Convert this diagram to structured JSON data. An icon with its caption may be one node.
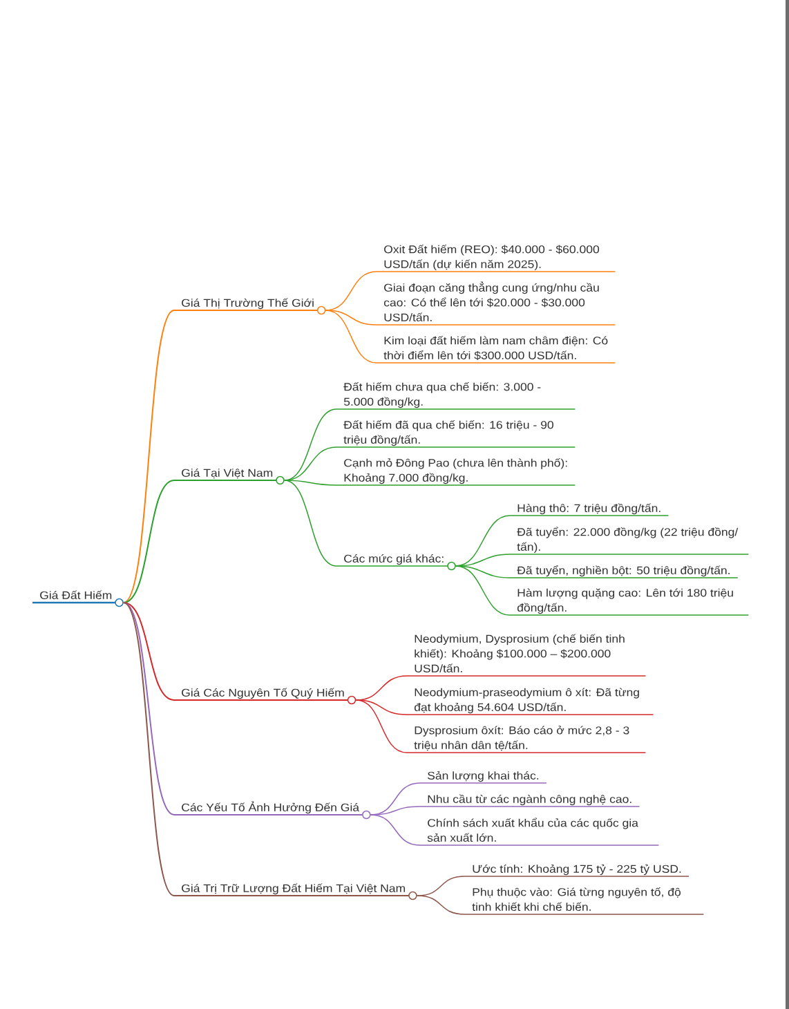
{
  "diagram": {
    "nodes": [
      {
        "text": [
          "Giá Đất Hiếm"
        ]
      },
      {
        "text": [
          "Giá Thị Trường Thế Giới"
        ]
      },
      {
        "text": [
          "Oxit Đất hiếm (REO): $40.000 - $60.000 USD/tấn (dự kiến năm 2025)."
        ]
      },
      {
        "text": [
          "Giai đoạn căng thẳng cung ứng/nhu cầu cao: Có thể lên tới $20.000 - $30.000 USD/tấn."
        ]
      },
      {
        "text": [
          "Kim loại đất hiếm làm nam châm điện: Có thời điểm lên tới $300.000 USD/tấn."
        ]
      },
      {
        "text": [
          "Giá Tại Việt Nam"
        ]
      },
      {
        "text": [
          "Đất hiếm chưa qua chế biến: 3.000 - 5.000 đồng/kg."
        ]
      },
      {
        "text": [
          "Đất hiếm đã qua chế biến: 16 triệu - 90 triệu đồng/tấn."
        ]
      },
      {
        "text": [
          "Cạnh mỏ Đông Pao (chưa lên thành phố): Khoảng 7.000 đồng/kg."
        ]
      },
      {
        "text": [
          "Các mức giá khác:"
        ]
      },
      {
        "text": [
          "Hàng thô: 7 triệu đồng/tấn."
        ]
      },
      {
        "text": [
          "Đã tuyển: 22.000 đồng/kg (22 triệu đồng/tấn)."
        ]
      },
      {
        "text": [
          "Đã tuyển, nghiền bột: 50 triệu đồng/tấn."
        ]
      },
      {
        "text": [
          "Hàm lượng quặng cao: Lên tới 180 triệu đồng/tấn."
        ]
      },
      {
        "text": [
          "Giá Các Nguyên Tố Quý Hiếm"
        ]
      },
      {
        "text": [
          "Neodymium, Dysprosium (chế biến tinh khiết): Khoảng $100.000 – $200.000 USD/tấn."
        ]
      },
      {
        "text": [
          "Neodymium-praseodymium ô xít: Đã từng đạt khoảng 54.604 USD/tấn."
        ]
      },
      {
        "text": [
          "Dysprosium ôxít: Báo cáo ở mức 2,8 - 3 triệu nhân dân tệ/tấn."
        ]
      },
      {
        "text": [
          "Các Yếu Tố Ảnh Hưởng Đến Giá"
        ]
      },
      {
        "text": [
          "Sản lượng khai thác."
        ]
      },
      {
        "text": [
          "Nhu cầu từ các ngành công nghệ cao."
        ]
      },
      {
        "text": [
          "Chính sách xuất khẩu của các quốc gia sản xuất lớn."
        ]
      },
      {
        "text": [
          "Giá Trị Trữ Lượng Đất Hiếm Tại Việt Nam"
        ]
      },
      {
        "text": [
          "Ước tính: Khoảng 175 tỷ - 225 tỷ USD."
        ]
      },
      {
        "text": [
          "Phụ thuộc vào: Giá từng nguyên tố, độ tinh khiết khi chế biến."
        ]
      }
    ],
    "edges": [
      {
        "from": 0,
        "to": 1,
        "arrow": "none",
        "color": "#ff7f0e"
      },
      {
        "from": 1,
        "to": 2,
        "arrow": "none",
        "color": "#ff7f0e"
      },
      {
        "from": 1,
        "to": 3,
        "arrow": "none",
        "color": "#ff7f0e"
      },
      {
        "from": 1,
        "to": 4,
        "arrow": "none",
        "color": "#ff7f0e"
      },
      {
        "from": 0,
        "to": 5,
        "arrow": "none",
        "color": "#2ca02c"
      },
      {
        "from": 5,
        "to": 6,
        "arrow": "none",
        "color": "#2ca02c"
      },
      {
        "from": 5,
        "to": 7,
        "arrow": "none",
        "color": "#2ca02c"
      },
      {
        "from": 5,
        "to": 8,
        "arrow": "none",
        "color": "#2ca02c"
      },
      {
        "from": 5,
        "to": 9,
        "arrow": "none",
        "color": "#2ca02c"
      },
      {
        "from": 9,
        "to": 10,
        "arrow": "none",
        "color": "#2ca02c"
      },
      {
        "from": 9,
        "to": 11,
        "arrow": "none",
        "color": "#2ca02c"
      },
      {
        "from": 9,
        "to": 12,
        "arrow": "none",
        "color": "#2ca02c"
      },
      {
        "from": 9,
        "to": 13,
        "arrow": "none",
        "color": "#2ca02c"
      },
      {
        "from": 0,
        "to": 14,
        "arrow": "none",
        "color": "#d62728"
      },
      {
        "from": 14,
        "to": 15,
        "arrow": "none",
        "color": "#d62728"
      },
      {
        "from": 14,
        "to": 16,
        "arrow": "none",
        "color": "#d62728"
      },
      {
        "from": 14,
        "to": 17,
        "arrow": "none",
        "color": "#d62728"
      },
      {
        "from": 0,
        "to": 18,
        "arrow": "none",
        "color": "#9467bd"
      },
      {
        "from": 18,
        "to": 19,
        "arrow": "none",
        "color": "#9467bd"
      },
      {
        "from": 18,
        "to": 20,
        "arrow": "none",
        "color": "#9467bd"
      },
      {
        "from": 18,
        "to": 21,
        "arrow": "none",
        "color": "#9467bd"
      },
      {
        "from": 0,
        "to": 22,
        "arrow": "none",
        "color": "#8c564b"
      },
      {
        "from": 22,
        "to": 23,
        "arrow": "none",
        "color": "#8c564b"
      },
      {
        "from": 22,
        "to": 24,
        "arrow": "none",
        "color": "#8c564b"
      }
    ]
  }
}
